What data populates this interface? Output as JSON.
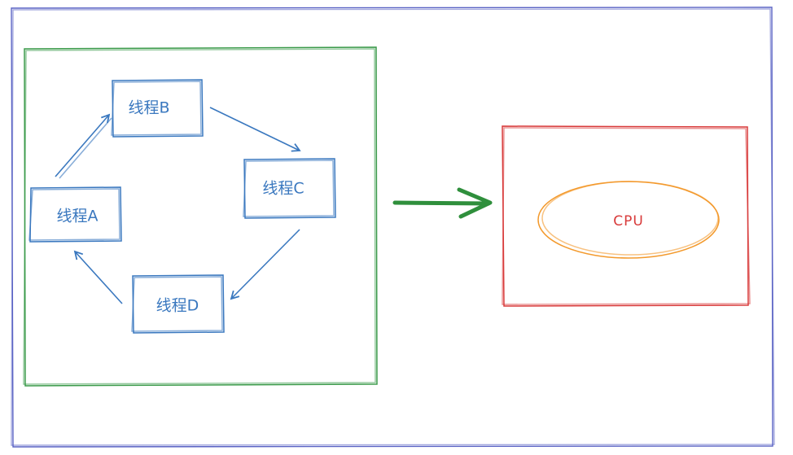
{
  "colors": {
    "outer_frame": "#5a63c4",
    "thread_group": "#3b9a4a",
    "thread": "#3a78bf",
    "cpu_box": "#d83a3a",
    "cpu_ellipse": "#f39a2d",
    "cpu_text": "#d83a3a",
    "main_arrow": "#2f8f3c"
  },
  "threads": {
    "a": "线程A",
    "b": "线程B",
    "c": "线程C",
    "d": "线程D"
  },
  "cpu": {
    "label": "CPU"
  }
}
